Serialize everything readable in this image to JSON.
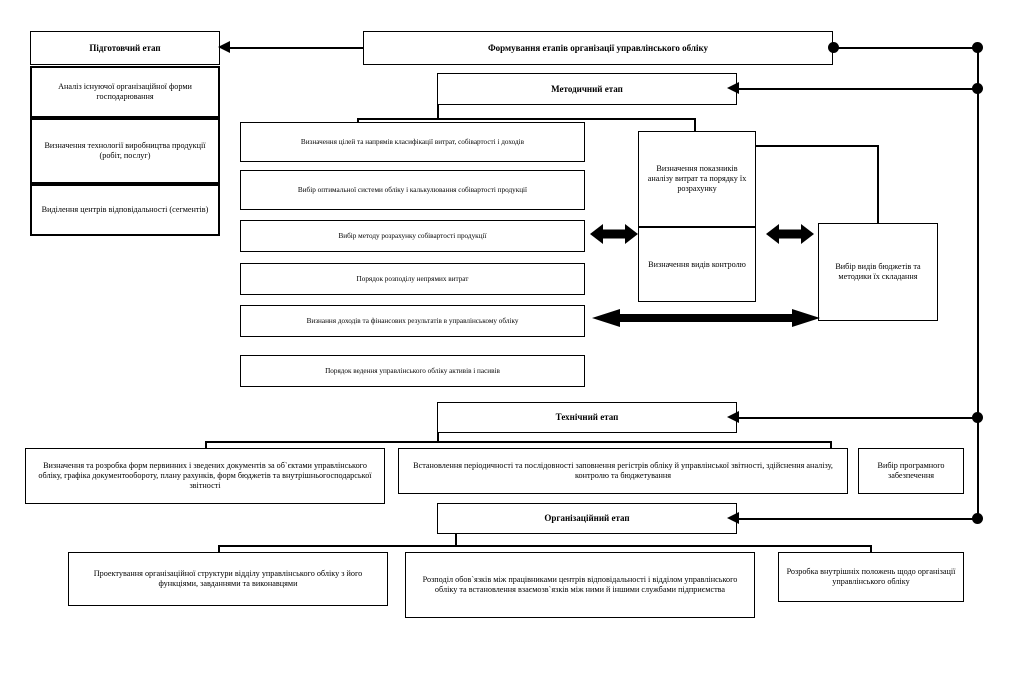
{
  "diagram": {
    "title_box": "Формування етапів організації управлінського обліку",
    "stages": {
      "preparatory": {
        "header": "Підготовчий етап",
        "items": [
          "Аналіз існуючої організаційної форми господарювання",
          "Визначення технології виробництва продукції (робіт, послуг)",
          "Виділення центрів відповідальності (сегментів)"
        ]
      },
      "methodical": {
        "header": "Методичний етап",
        "left_items": [
          "Визначення цілей та напрямів класифікації витрат, собівартості і доходів",
          "Вибір оптимальної системи обліку і калькулювання собівартості продукції",
          "Вибір методу розрахунку собівартості продукції",
          "Порядок розподілу непрямих витрат",
          "Визнання доходів та фінансових результатів в управлінському обліку",
          "Порядок ведення управлінського обліку  активів і пасивів"
        ],
        "center_items": [
          "Визначення показників аналізу витрат та порядку їх розрахунку",
          "Визначення видів контролю"
        ],
        "right_item": "Вибір видів бюджетів та методики їх складання"
      },
      "technical": {
        "header": "Технічний етап",
        "items": [
          "Визначення та розробка форм первинних і зведених документів за об`єктами управлінського обліку, графіка документообороту, плану рахунків, форм бюджетів та внутрішньогосподарської звітності",
          "Встановлення періодичності та послідовності заповнення регістрів обліку й управлінської звітності, здійснення аналізу, контролю та бюджетування",
          "Вибір програмного забезпечення"
        ]
      },
      "organizational": {
        "header": "Організаційний етап",
        "items": [
          "Проектування організаційної структури відділу управлінського обліку з його функціями, завданнями та виконавцями",
          "Розподіл обов`язків між працівниками центрів відповідальності і відділом управлінського обліку та встановлення взаємозв`язків між ними й іншими службами підприємства",
          "Розробка внутрішніх положень щодо організації управлінського обліку"
        ]
      }
    },
    "colors": {
      "line": "#000000",
      "background": "#ffffff",
      "text": "#000000"
    }
  }
}
